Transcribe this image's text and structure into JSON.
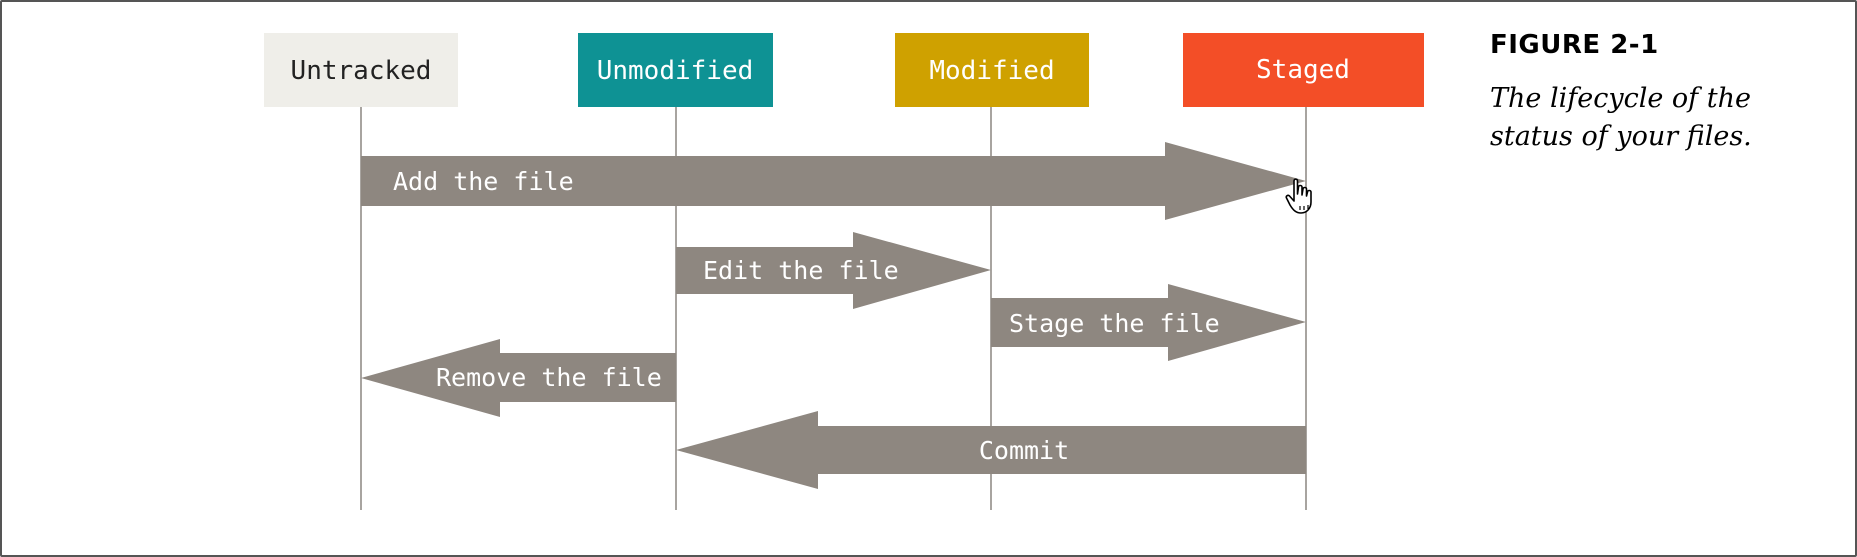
{
  "diagram": {
    "states": [
      {
        "label": "Untracked",
        "bg": "#efeee9",
        "text": "#222222"
      },
      {
        "label": "Unmodified",
        "bg": "#0e9294",
        "text": "#ffffff"
      },
      {
        "label": "Modified",
        "bg": "#cfa100",
        "text": "#ffffff"
      },
      {
        "label": "Staged",
        "bg": "#f34e27",
        "text": "#ffffff"
      }
    ],
    "arrows": [
      {
        "label": "Add the file",
        "from": "Untracked",
        "to": "Staged"
      },
      {
        "label": "Edit the file",
        "from": "Unmodified",
        "to": "Modified"
      },
      {
        "label": "Stage the file",
        "from": "Modified",
        "to": "Staged"
      },
      {
        "label": "Remove the file",
        "from": "Unmodified",
        "to": "Untracked"
      },
      {
        "label": "Commit",
        "from": "Staged",
        "to": "Unmodified"
      }
    ],
    "arrow_color": "#8e8780",
    "lifeline_color": "#a8a4a0"
  },
  "caption": {
    "title": "FIGURE 2-1",
    "description": "The lifecycle of the status of your files."
  },
  "cursor_icon": "hand-pointer-icon"
}
